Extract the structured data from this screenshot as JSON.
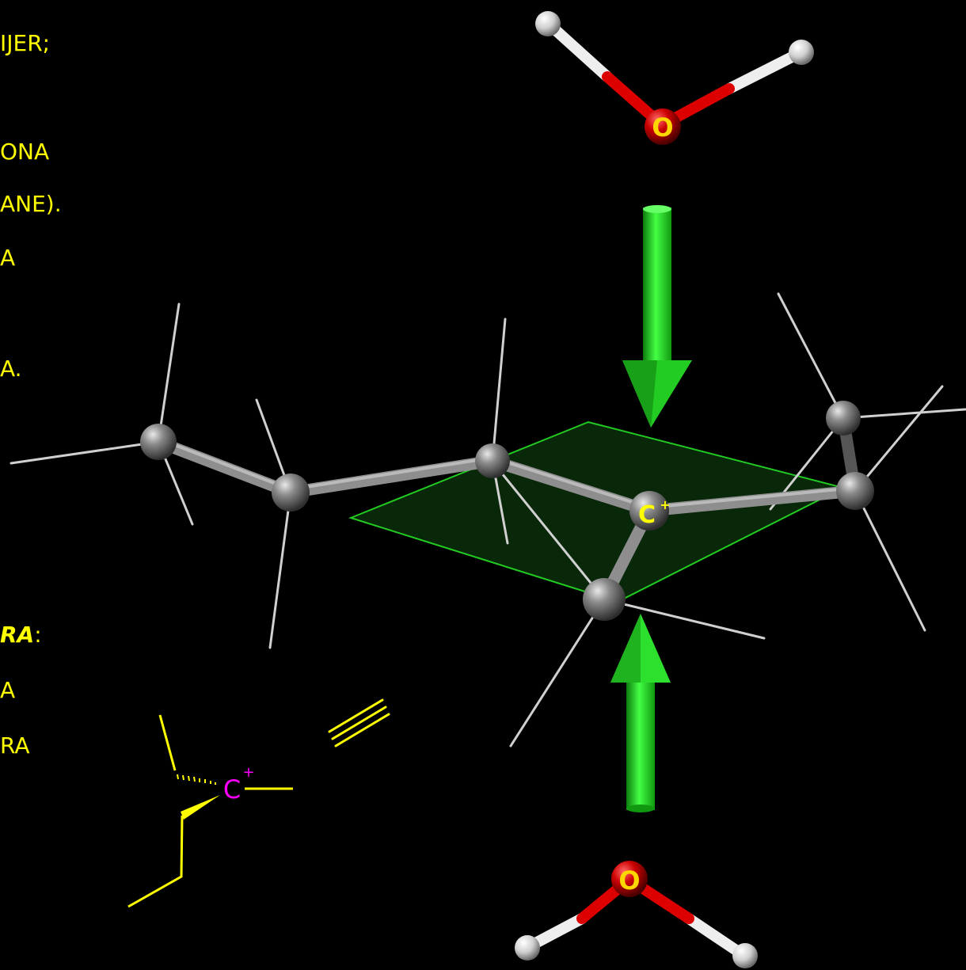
{
  "text_fragments": [
    "IJER;",
    "ONA",
    "ANE).",
    "A",
    "A.",
    "RA",
    ":",
    "A",
    "RA"
  ],
  "atom_labels": {
    "oxygen_top": "O",
    "oxygen_bottom": "O",
    "carbocation_3d": "C",
    "carbocation_3d_charge": "+",
    "carbocation_2d": "C",
    "carbocation_2d_charge": "+"
  },
  "colors": {
    "background": "#000000",
    "text": "#ffff00",
    "oxygen": "#dd0000",
    "hydrogen": "#f2f2f2",
    "carbon": "#8a8a8a",
    "arrow": "#22cc22",
    "plane_edge": "#22cc22",
    "plane_fill": "#0a2a0a",
    "skeletal_bond": "#ffff00",
    "skeletal_cation": "#ff00ff"
  },
  "icons": {
    "equivalence_symbol": "triple-bar-equivalence",
    "nucleophile_arrow": "green-3d-arrow"
  }
}
